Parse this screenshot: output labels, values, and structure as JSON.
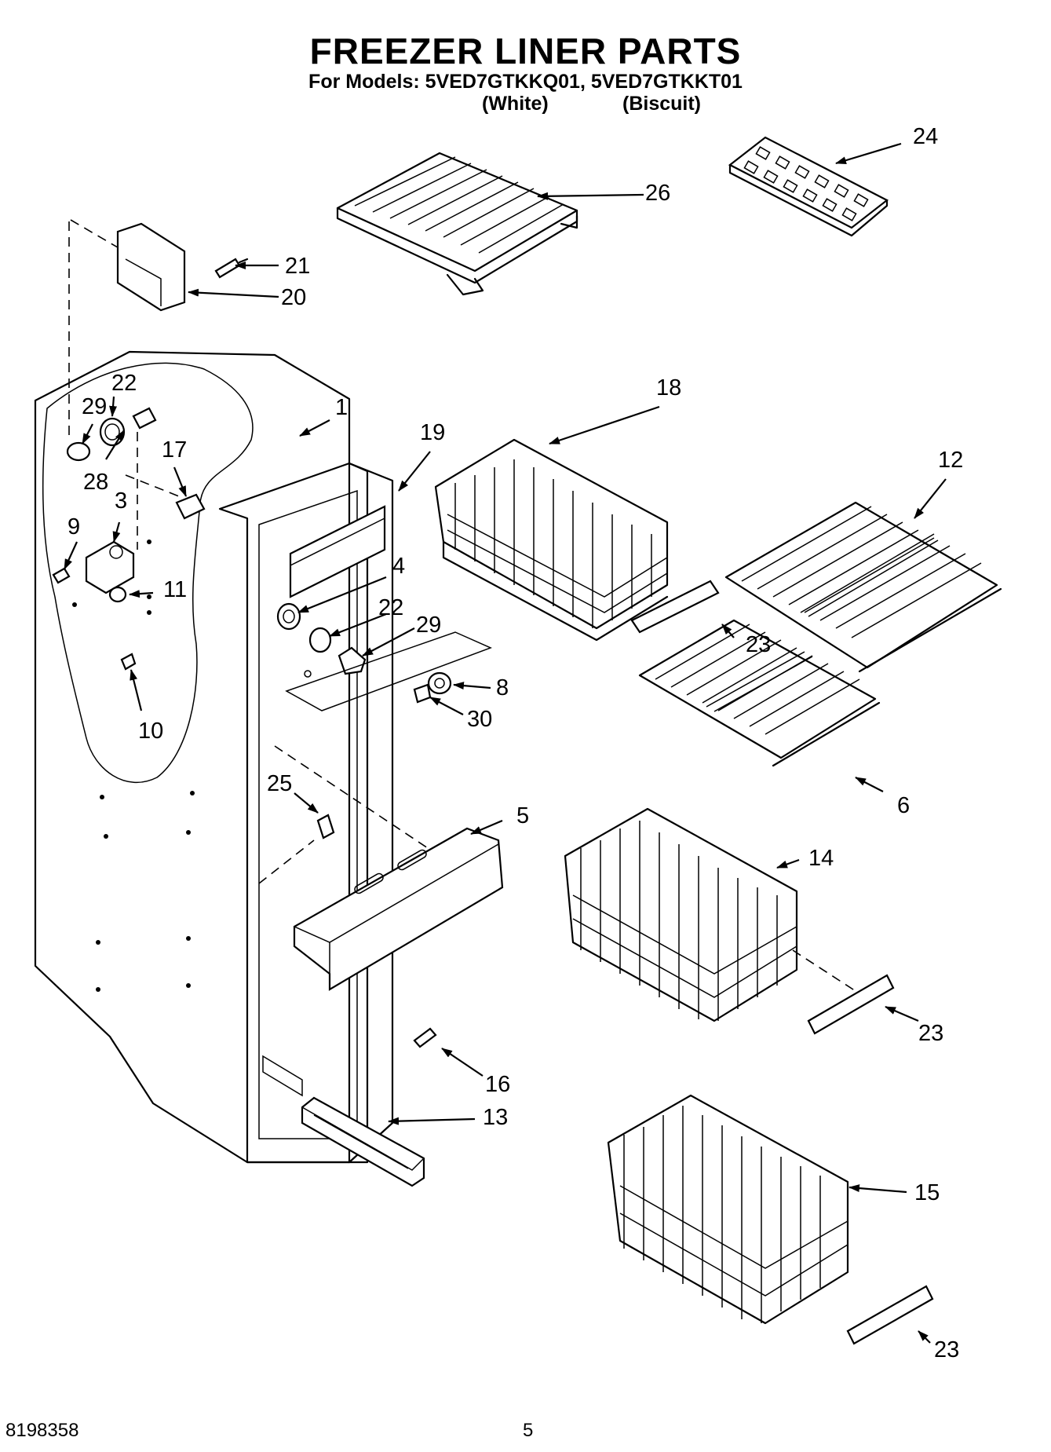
{
  "header": {
    "title": "FREEZER LINER PARTS",
    "models_line": "For Models: 5VED7GTKKQ01, 5VED7GTKKT01",
    "variants": [
      "(White)",
      "(Biscuit)"
    ]
  },
  "footer": {
    "doc_number": "8198358",
    "page_number": "5"
  },
  "callouts": [
    "24",
    "26",
    "21",
    "20",
    "22",
    "29",
    "1",
    "18",
    "19",
    "12",
    "17",
    "28",
    "3",
    "4",
    "9",
    "11",
    "22",
    "29",
    "8",
    "23",
    "30",
    "10",
    "6",
    "25",
    "5",
    "14",
    "23",
    "16",
    "13",
    "15",
    "23"
  ]
}
